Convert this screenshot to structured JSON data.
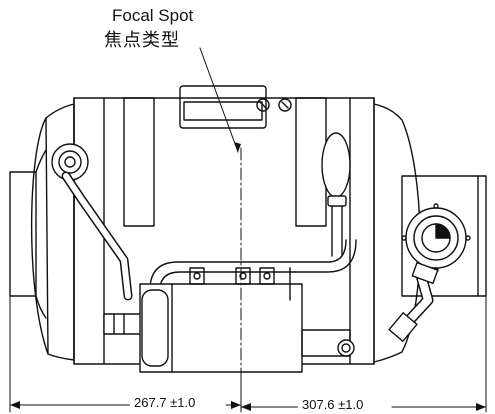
{
  "labels": {
    "focal_spot_en": "Focal Spot",
    "focal_spot_zh": "焦点类型"
  },
  "dimensions": {
    "left": "267.7 ±1.0",
    "right": "307.6 ±1.0"
  }
}
